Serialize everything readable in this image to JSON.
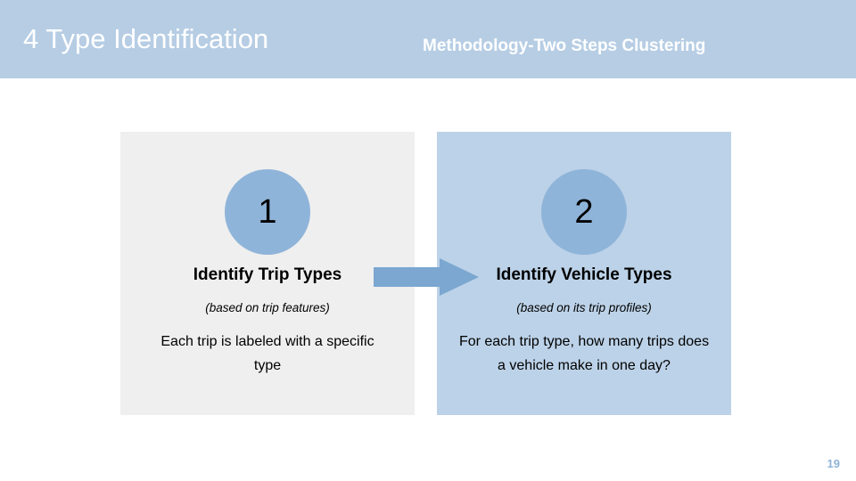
{
  "header": {
    "title": "4 Type Identification",
    "subtitle": "Methodology-Two Steps Clustering",
    "band_color": "#b6cde4"
  },
  "steps": [
    {
      "number": "1",
      "heading": "Identify Trip Types",
      "subtext": "(based on trip features)",
      "body": "Each trip is labeled with a specific type",
      "panel_color": "#efefef",
      "circle_color": "#8fb4d9"
    },
    {
      "number": "2",
      "heading": "Identify Vehicle Types",
      "subtext": "(based on its trip profiles)",
      "body": "For each trip type, how many trips does a vehicle make in one day?",
      "panel_color": "#bcd2e8",
      "circle_color": "#8fb4d9"
    }
  ],
  "arrow": {
    "color": "#7ba7d0",
    "direction": "right"
  },
  "footer": {
    "page_number": "19",
    "color": "#8fb4d9"
  }
}
